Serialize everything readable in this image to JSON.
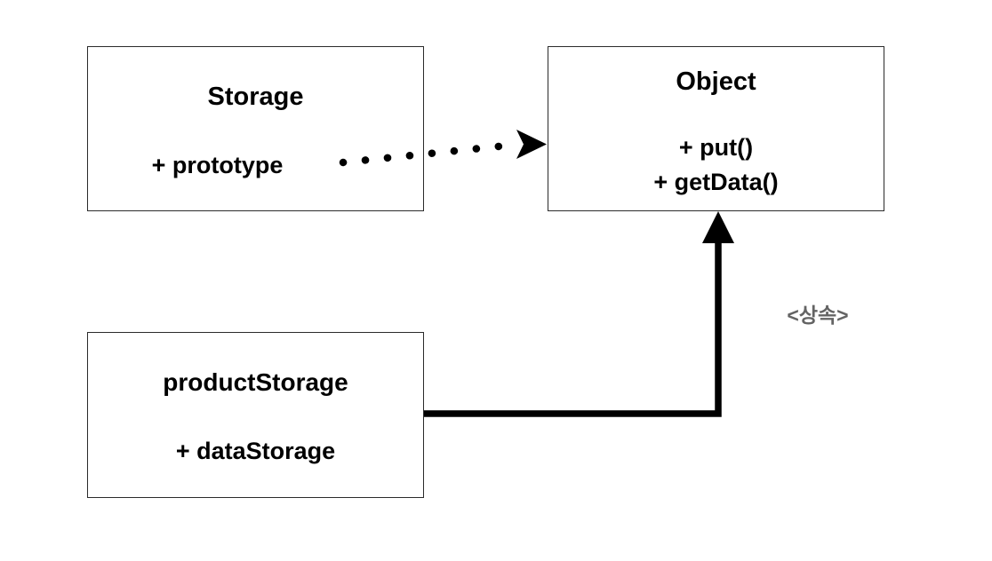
{
  "diagram": {
    "type": "uml-class-diagram",
    "background_color": "#ffffff",
    "line_color": "#000000",
    "box_border_color": "#2b2b2b",
    "label_color": "#646464"
  },
  "boxes": {
    "storage": {
      "title": "Storage",
      "member": "+ prototype"
    },
    "object": {
      "title": "Object",
      "member_put": "+ put()",
      "member_getdata": "+ getData()"
    },
    "product_storage": {
      "title": "productStorage",
      "member": "+ dataStorage"
    }
  },
  "connectors": {
    "prototype_link": {
      "style": "dotted",
      "arrowhead": "filled-triangle",
      "from": "storage",
      "to": "object"
    },
    "inheritance_link": {
      "style": "solid-thick-elbow",
      "arrowhead": "filled-triangle",
      "from": "product_storage",
      "to": "object",
      "label": "<상속>"
    }
  }
}
